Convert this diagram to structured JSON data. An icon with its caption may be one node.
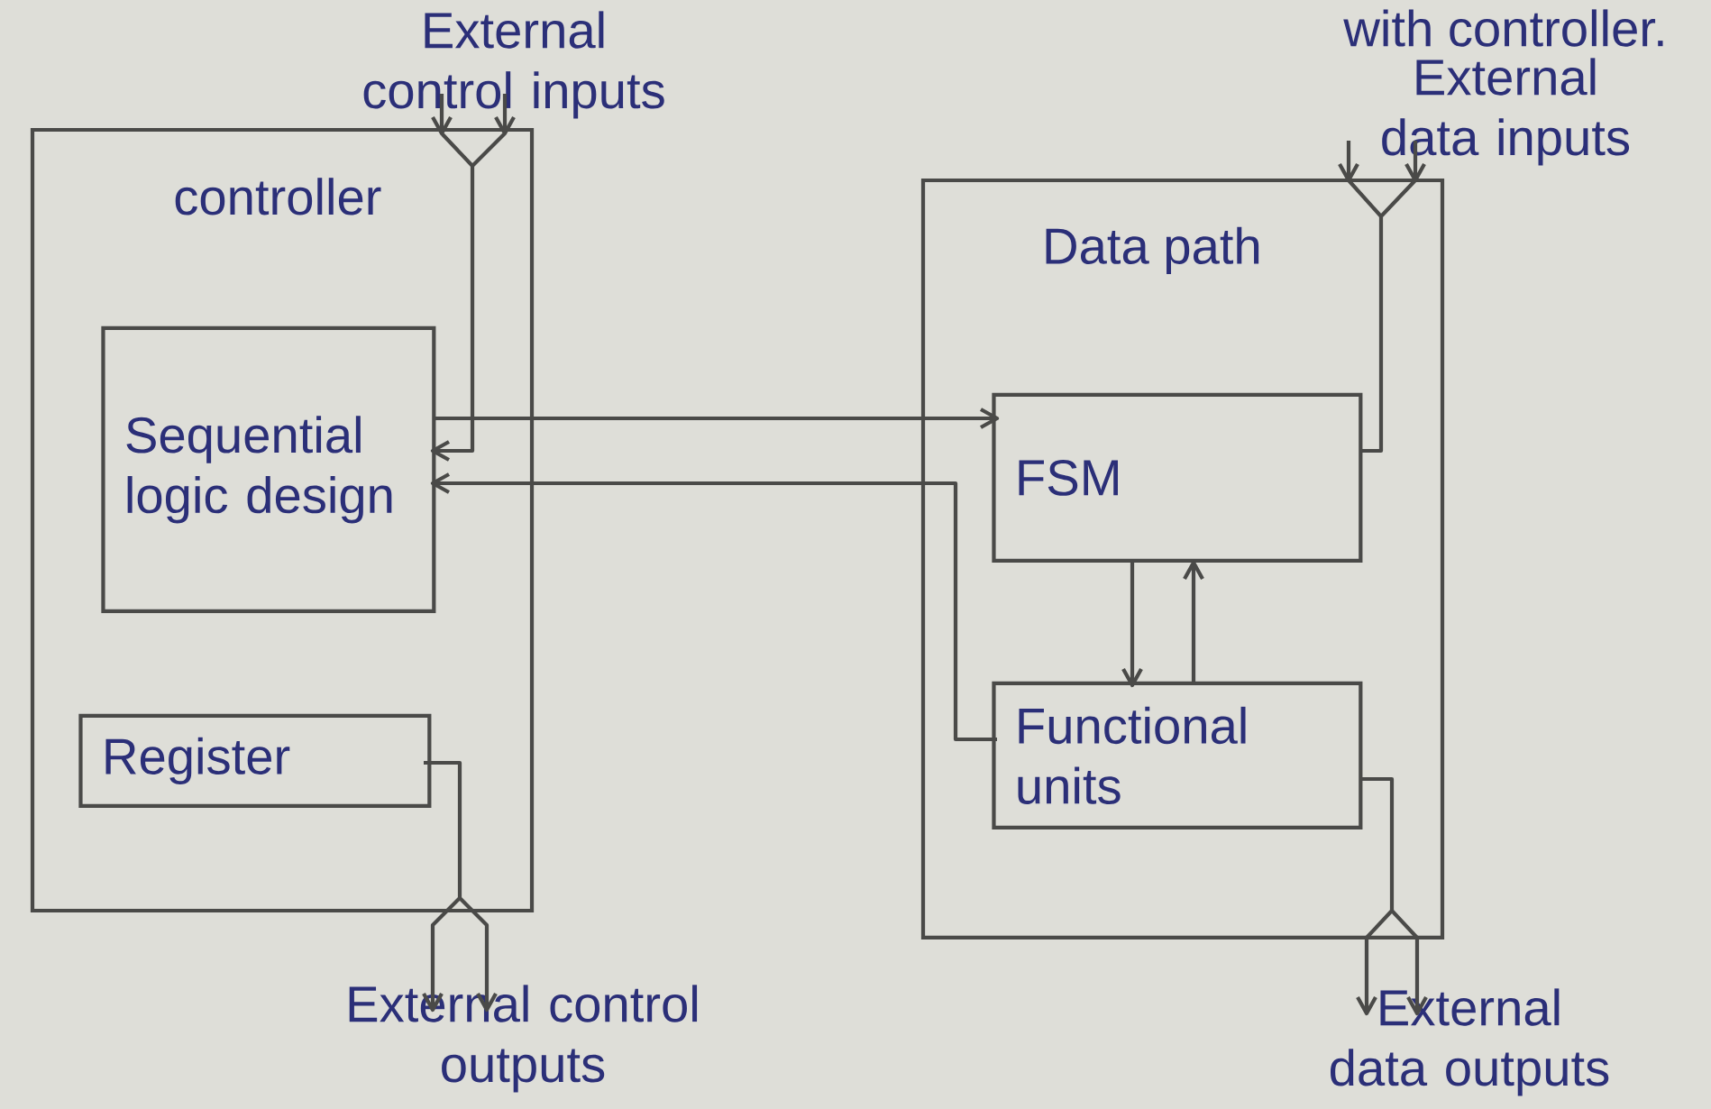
{
  "diagram": {
    "nodes": [
      {
        "text": [
          "controller"
        ]
      },
      {
        "text": [
          "Sequential logic design"
        ],
        "in": 0
      },
      {
        "text": [
          "Register"
        ],
        "in": 0
      },
      {
        "text": [
          "Data path"
        ]
      },
      {
        "text": [
          "FSM"
        ],
        "in": 3
      },
      {
        "text": [
          "Functional units"
        ],
        "in": 3
      },
      {
        "text": [
          "External control inputs"
        ]
      },
      {
        "text": [
          "External control outputs"
        ]
      },
      {
        "text": [
          "External data inputs"
        ]
      },
      {
        "text": [
          "External data outputs"
        ]
      }
    ],
    "edges": [
      {
        "from": 6,
        "to": 1,
        "arrow": "to"
      },
      {
        "from": 1,
        "to": 4,
        "arrow": "to"
      },
      {
        "from": 5,
        "to": 1,
        "arrow": "to"
      },
      {
        "from": 4,
        "to": 5,
        "arrow": "to"
      },
      {
        "from": 5,
        "to": 4,
        "arrow": "to"
      },
      {
        "from": 8,
        "to": 4,
        "arrow": "to"
      },
      {
        "from": 2,
        "to": 7,
        "arrow": "to"
      },
      {
        "from": 5,
        "to": 9,
        "arrow": "to"
      }
    ],
    "labels": [
      "with controller."
    ]
  }
}
